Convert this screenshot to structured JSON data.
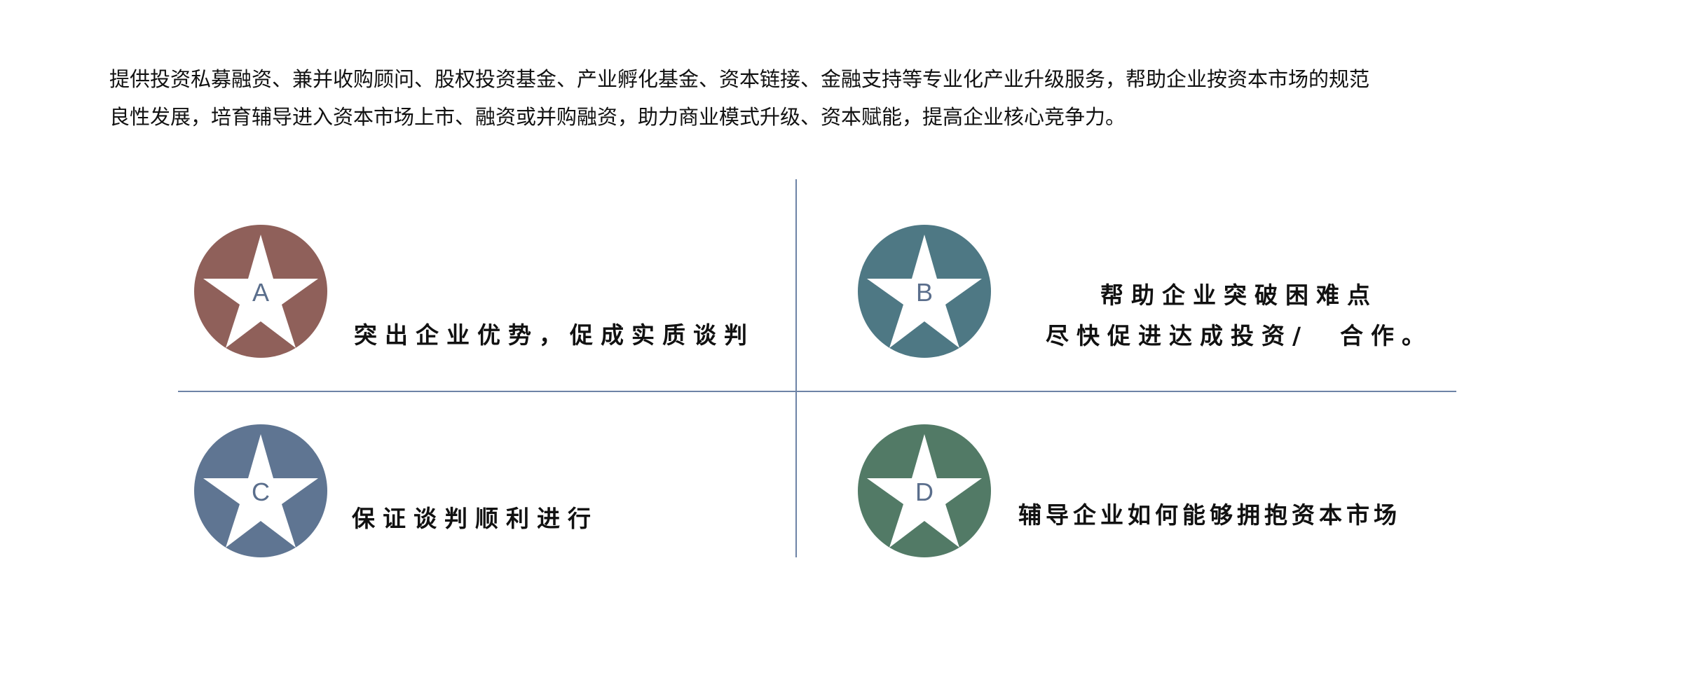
{
  "intro": {
    "line1": "提供投资私募融资、兼并收购顾问、股权投资基金、产业孵化基金、资本链接、金融支持等专业化产业升级服务，帮助企业按资本市场的规范",
    "line2": "良性发展，培育辅导进入资本市场上市、融资或并购融资，助力商业模式升级、资本赋能，提高企业核心竞争力。"
  },
  "quadrants": [
    {
      "letter": "A",
      "icon": "star-icon",
      "color": "#8f605a",
      "lines": [
        "突出企业优势，促成实质谈判"
      ]
    },
    {
      "letter": "B",
      "icon": "star-icon",
      "color": "#4e7884",
      "lines": [
        "帮助企业突破困难点",
        "尽快促进达成投资/  合作。"
      ]
    },
    {
      "letter": "C",
      "icon": "star-icon",
      "color": "#5f7592",
      "lines": [
        "保证谈判顺利进行"
      ]
    },
    {
      "letter": "D",
      "icon": "star-icon",
      "color": "#527a66",
      "lines": [
        "辅导企业如何能够拥抱资本市场"
      ]
    }
  ],
  "divider_color": "#6d83a6",
  "letter_color": "#5a6e8c"
}
